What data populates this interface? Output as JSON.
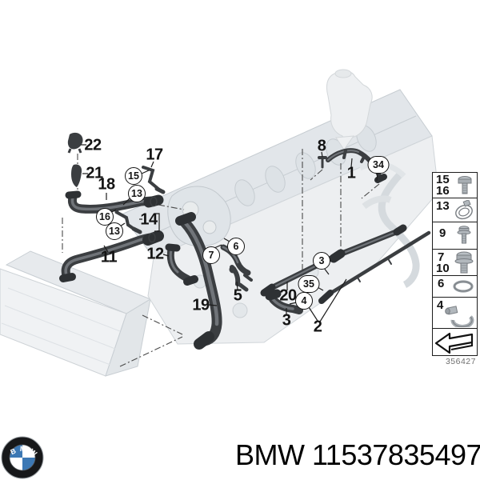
{
  "diagram": {
    "callouts": {
      "c22": "22",
      "c21": "21",
      "c18": "18",
      "c17": "17",
      "c15": "15",
      "c13a": "13",
      "c16": "16",
      "c14": "14",
      "c13b": "13",
      "c11": "11",
      "c12": "12",
      "c19": "19",
      "c5": "5",
      "c7": "7",
      "c6": "6",
      "c20": "20",
      "c3_circled": "3",
      "c35": "35",
      "c4": "4",
      "c3": "3",
      "c2": "2",
      "c8": "8",
      "c1": "1",
      "c34": "34"
    },
    "legend": {
      "rows": [
        {
          "num1": "15",
          "num2": "16",
          "icon": "hex-bolt-icon"
        },
        {
          "num1": "13",
          "icon": "hose-clamp-icon"
        },
        {
          "num1": "9",
          "icon": "bolt-icon"
        },
        {
          "num1": "7",
          "num2": "10",
          "icon": "flange-bolt-icon"
        },
        {
          "num1": "6",
          "icon": "o-ring-icon"
        },
        {
          "num1": "4",
          "icon": "worm-drive-clamp-icon"
        },
        {
          "icon": "direction-arrow-icon"
        }
      ],
      "drawing_number": "356427"
    }
  },
  "footer": {
    "brand": "BMW",
    "part_number": "11537835497",
    "logo_text": "BMW"
  }
}
